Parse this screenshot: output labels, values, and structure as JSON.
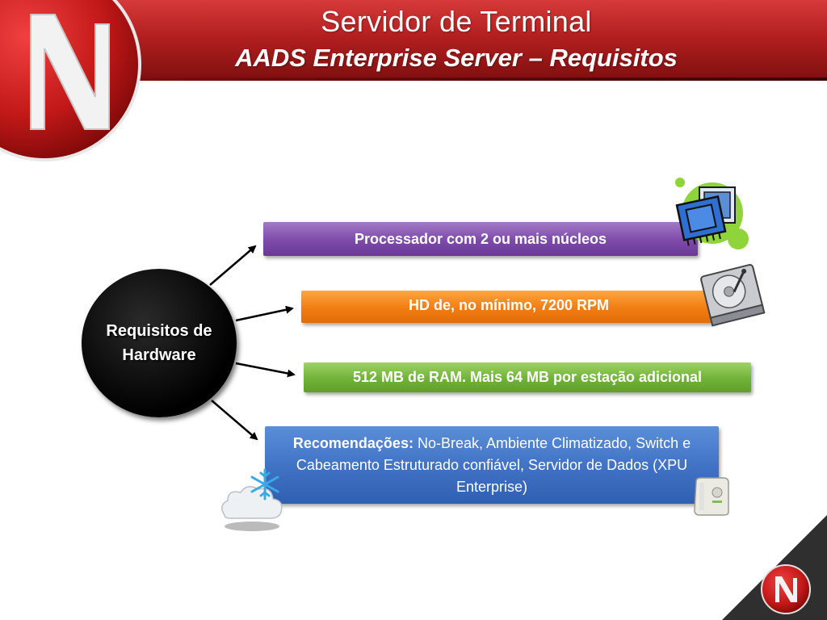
{
  "header": {
    "title": "Servidor de Terminal",
    "subtitle": "AADS Enterprise Server – Requisitos"
  },
  "hub": {
    "label": "Requisitos de Hardware"
  },
  "items": [
    {
      "text": "Processador com 2 ou mais núcleos"
    },
    {
      "text": "HD de, no mínimo, 7200 RPM"
    },
    {
      "text": "512 MB de RAM. Mais 64 MB por estação adicional"
    }
  ],
  "recommendations": {
    "label": "Recomendações:",
    "text": " No-Break, Ambiente Climatizado, Switch e Cabeamento Estruturado confiável, Servidor de Dados (XPU Enterprise)"
  },
  "colors": {
    "header_red": "#b31f1f",
    "cpu_box": "#7d4aa8",
    "hd_box": "#f07d12",
    "ram_box": "#70b23a",
    "rec_box": "#3f71c4"
  },
  "icons": [
    "n-logo-icon",
    "cpu-chip-icon",
    "hard-drive-icon",
    "snowflake-cloud-icon",
    "nobreak-ups-icon"
  ]
}
